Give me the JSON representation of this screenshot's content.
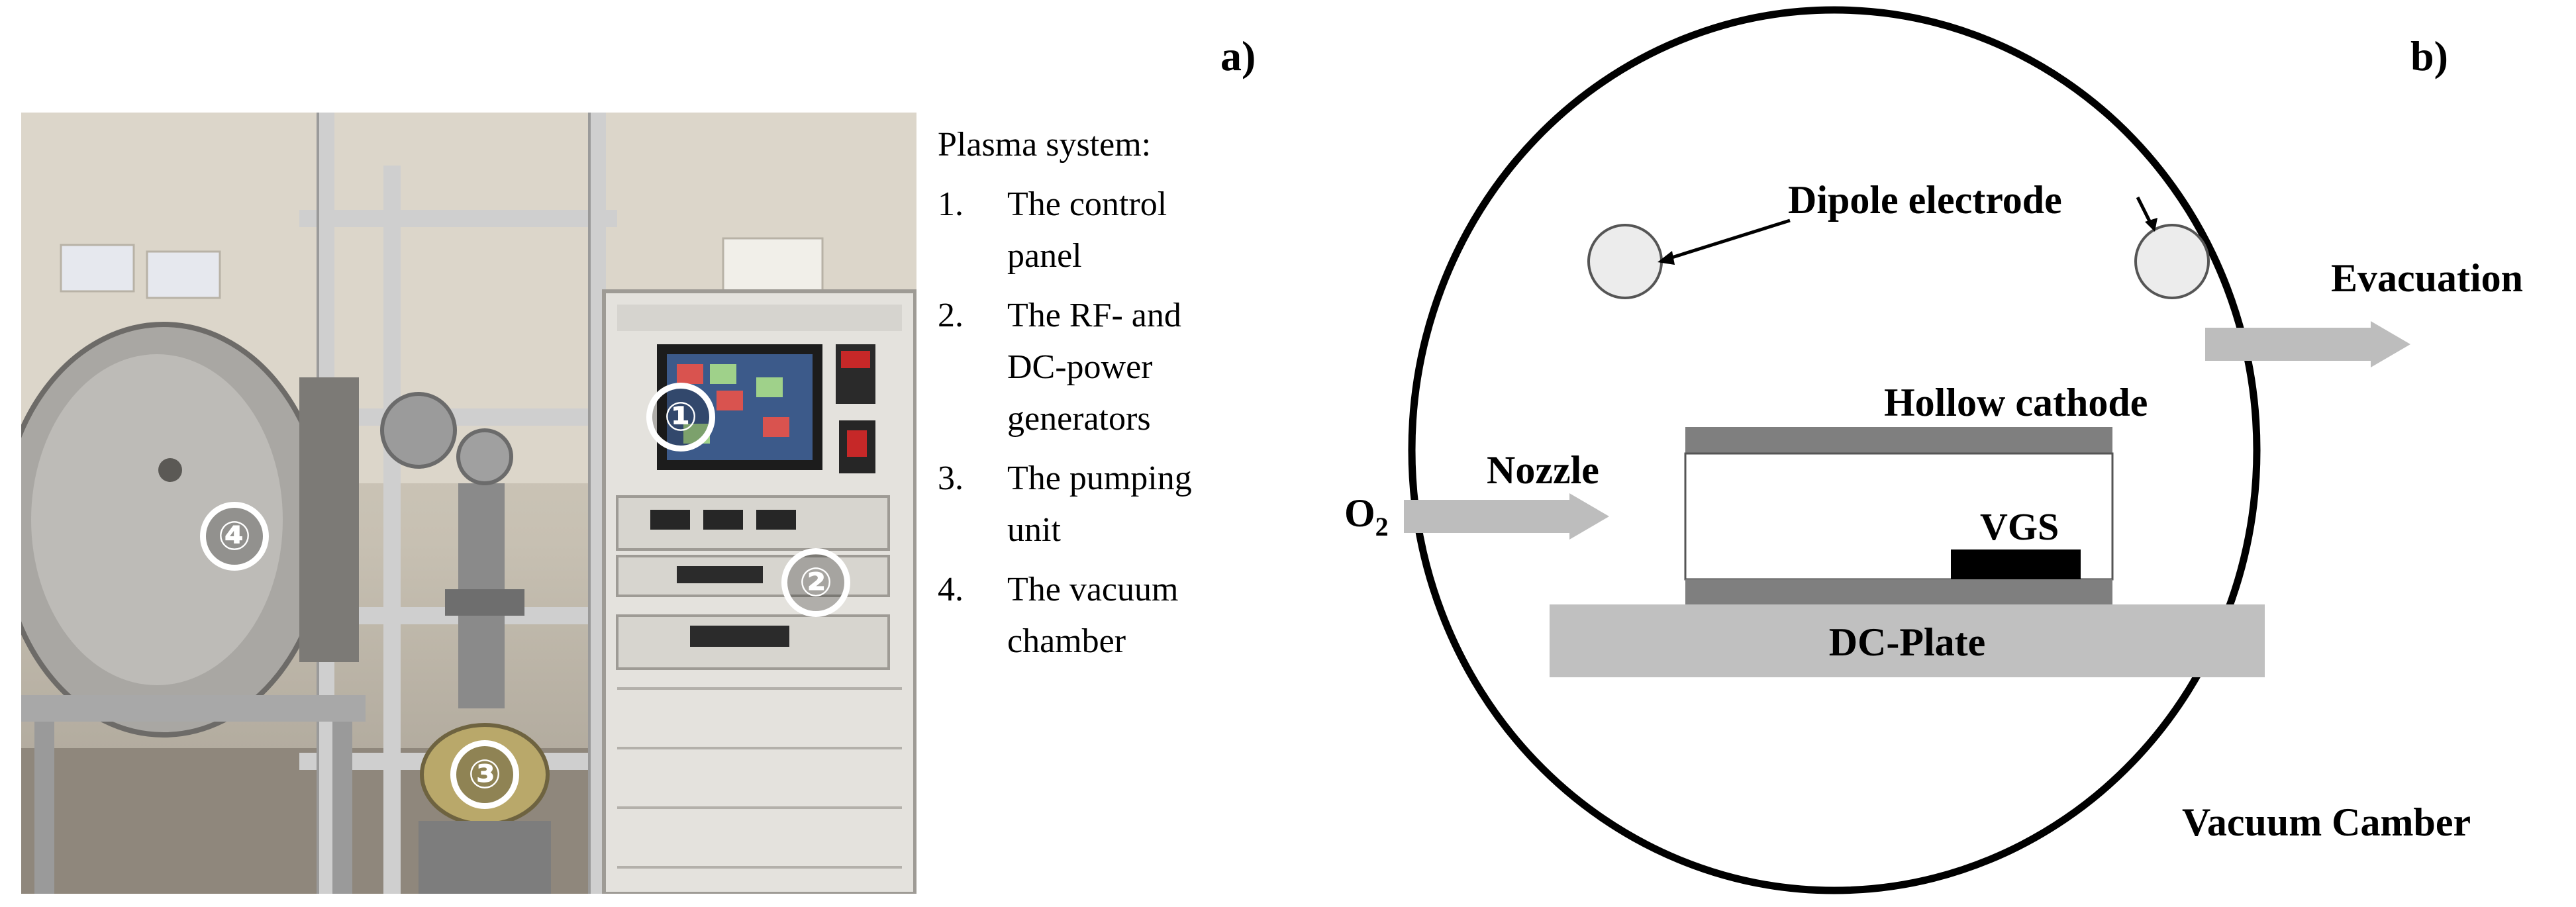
{
  "panel_a": {
    "label": "a)",
    "badges": [
      "①",
      "②",
      "③",
      "④"
    ],
    "legend_title": "Plasma system:",
    "legend_items": [
      {
        "number": "1.",
        "text": "The control panel"
      },
      {
        "number": "2.",
        "text": "The RF- and DC-power generators"
      },
      {
        "number": "3.",
        "text": "The pumping unit"
      },
      {
        "number": "4.",
        "text": "The vacuum chamber"
      }
    ]
  },
  "panel_b": {
    "label": "b)",
    "dipole_electrode": "Dipole electrode",
    "evacuation": "Evacuation",
    "hollow_cathode": "Hollow cathode",
    "nozzle": "Nozzle",
    "o2_base": "O",
    "o2_sub": "2",
    "vgs": "VGS",
    "dc_plate": "DC-Plate",
    "vacuum_chamber": "Vacuum Camber"
  },
  "colors": {
    "arrow_gray": "#bdbdbd",
    "plate_gray": "#c0c0c0",
    "cathode_gray": "#7f7f7f",
    "electrode_fill": "#ececec"
  }
}
